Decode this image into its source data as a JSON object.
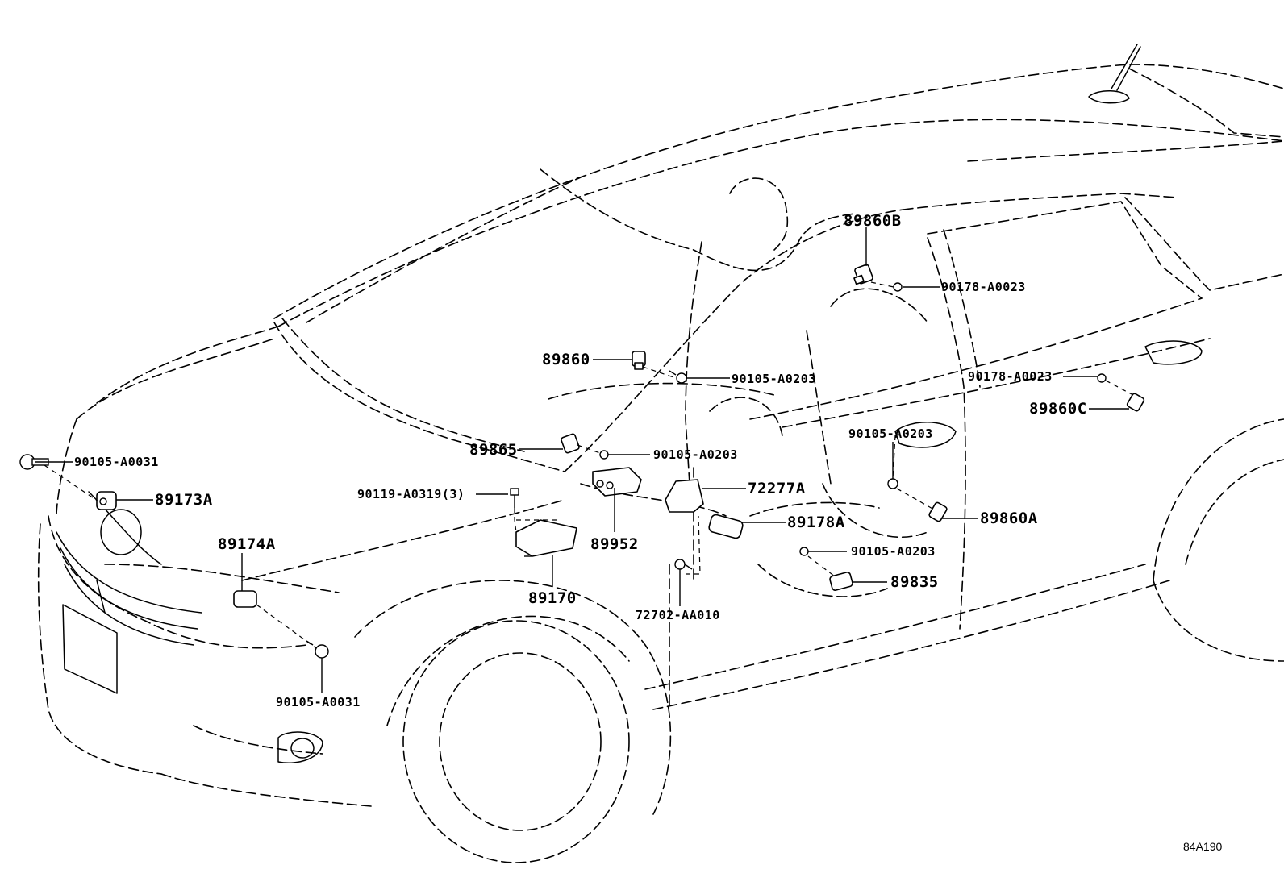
{
  "diagram": {
    "reference_code": "84A190",
    "callouts": {
      "p89860B": "89860B",
      "p90178_top": "90178-A0023",
      "p89860": "89860",
      "p90105_a0203_1": "90105-A0203",
      "p90178_right": "90178-A0023",
      "p89860C": "89860C",
      "p90105_a0203_3": "90105-A0203",
      "p89865": "89865",
      "p90105_a0203_2": "90105-A0203",
      "p90105_a0031_left": "90105-A0031",
      "p89173A": "89173A",
      "p90119": "90119-A0319(3)",
      "p72277A": "72277A",
      "p89178A": "89178A",
      "p89860A": "89860A",
      "p89952": "89952",
      "p89174A": "89174A",
      "p90105_a0203_4": "90105-A0203",
      "p89835": "89835",
      "p89170": "89170",
      "p72702": "72702-AA010",
      "p90105_a0031_bottom": "90105-A0031"
    }
  }
}
